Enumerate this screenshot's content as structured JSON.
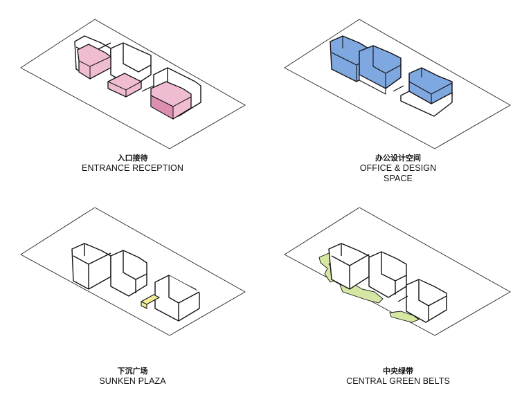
{
  "colors": {
    "entrance": "#f0bcd2",
    "entrance_dark": "#dc8fb0",
    "office": "#7fa7e0",
    "office_dark": "#5f8bd0",
    "plaza": "#f4ed9a",
    "green": "#d6e7a4"
  },
  "panels": [
    {
      "id": "entrance-reception",
      "label_cn": "入口接待",
      "label_en": "ENTRANCE RECEPTION"
    },
    {
      "id": "office-design",
      "label_cn": "办公设计空间",
      "label_en": "OFFICE & DESIGN",
      "label_en_2": "SPACE"
    },
    {
      "id": "sunken-plaza",
      "label_cn": "下沉广场",
      "label_en": "SUNKEN PLAZA"
    },
    {
      "id": "central-green-belts",
      "label_cn": "中央绿带",
      "label_en": "CENTRAL GREEN BELTS"
    }
  ]
}
